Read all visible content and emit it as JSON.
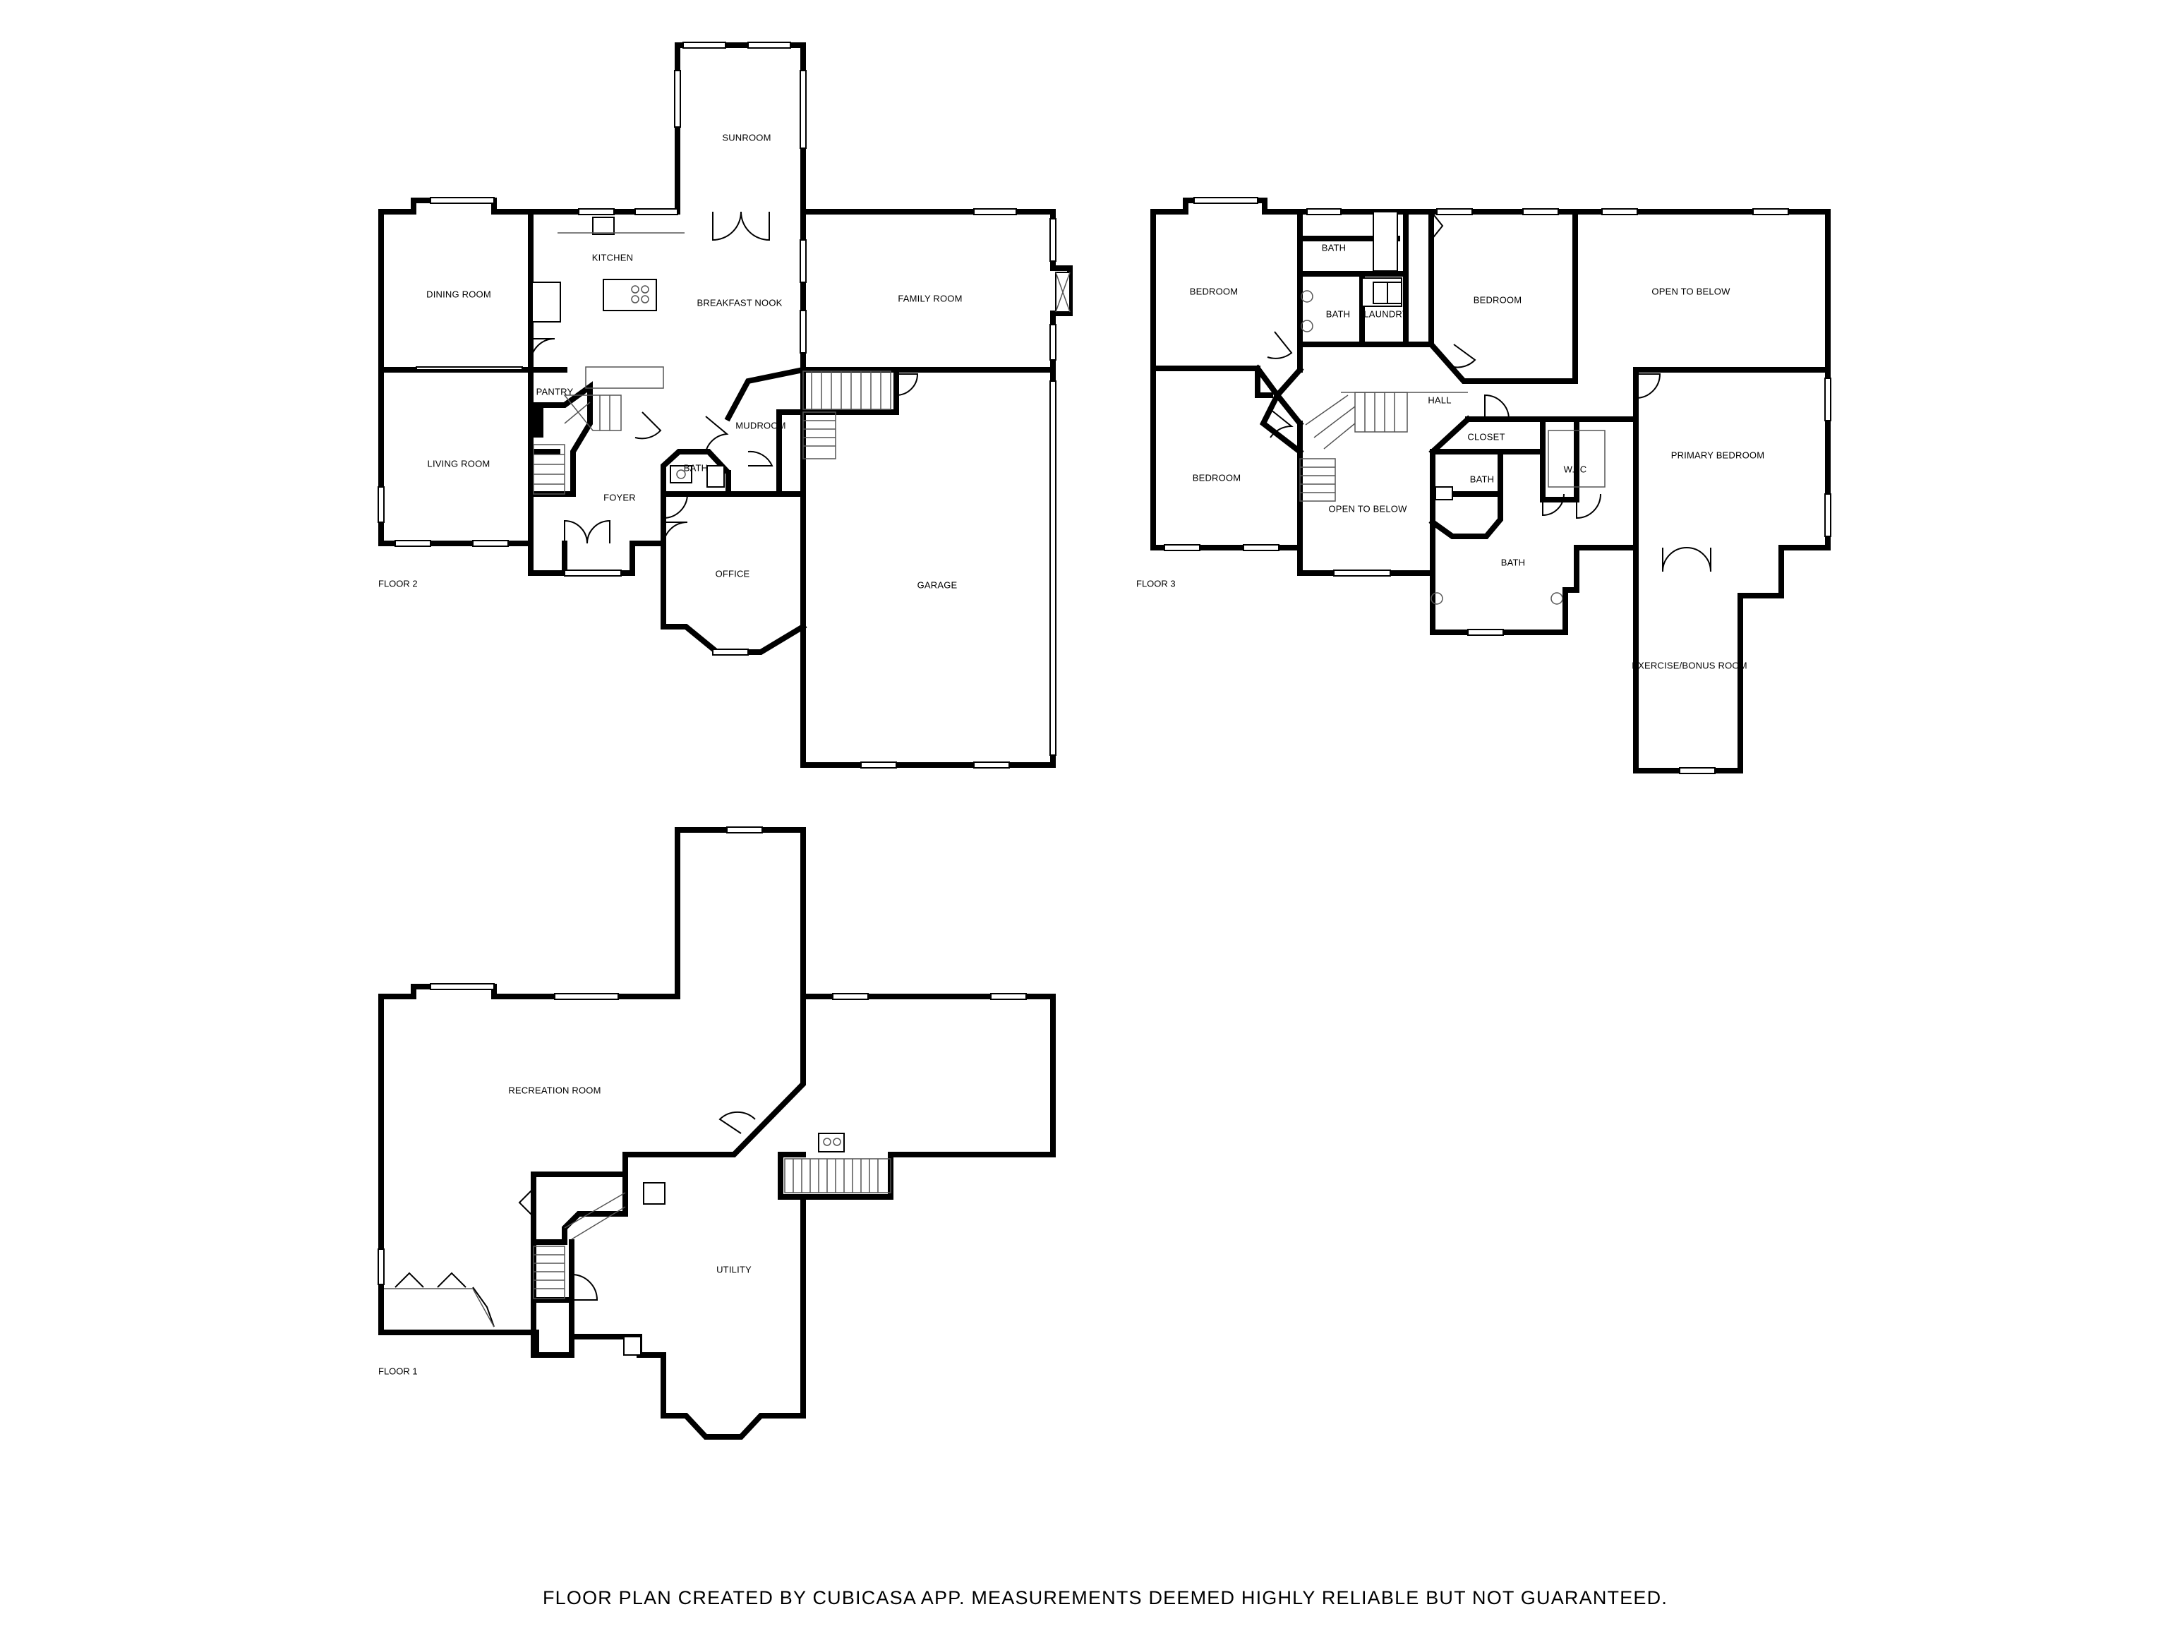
{
  "floor2": {
    "label": "FLOOR 2",
    "rooms": {
      "sunroom": "SUNROOM",
      "kitchen": "KITCHEN",
      "dining_room": "DINING ROOM",
      "breakfast_nook": "BREAKFAST NOOK",
      "family_room": "FAMILY ROOM",
      "pantry": "PANTRY",
      "living_room": "LIVING ROOM",
      "mudroom": "MUDROOM",
      "bath": "BATH",
      "foyer": "FOYER",
      "office": "OFFICE",
      "garage": "GARAGE"
    }
  },
  "floor3": {
    "label": "FLOOR 3",
    "rooms": {
      "bedroom_nw": "BEDROOM",
      "bath_top": "BATH",
      "bath_mid": "BATH",
      "laundry": "LAUNDRY",
      "bedroom_n": "BEDROOM",
      "open_to_below_ne": "OPEN TO BELOW",
      "bedroom_w": "BEDROOM",
      "hall": "HALL",
      "closet": "CLOSET",
      "primary_bedroom": "PRIMARY BEDROOM",
      "bath_small": "BATH",
      "wic": "W.I.C",
      "open_to_below_s": "OPEN TO BELOW",
      "bath_primary": "BATH",
      "exercise_bonus_room": "EXERCISE/BONUS ROOM"
    }
  },
  "floor1": {
    "label": "FLOOR 1",
    "rooms": {
      "recreation_room": "RECREATION ROOM",
      "utility": "UTILITY"
    }
  },
  "footer": {
    "disclaimer": "FLOOR PLAN CREATED BY CUBICASA APP. MEASUREMENTS DEEMED HIGHLY RELIABLE BUT NOT GUARANTEED."
  }
}
